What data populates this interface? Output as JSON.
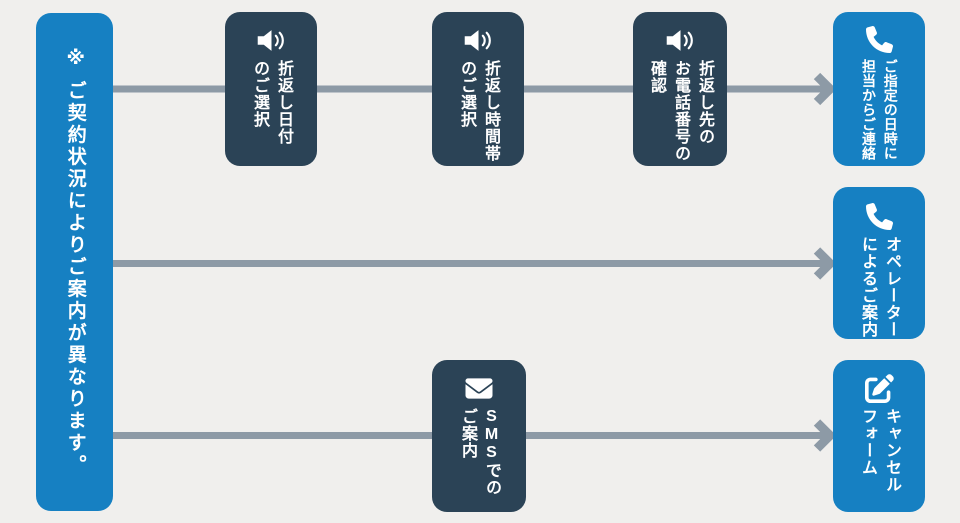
{
  "colors": {
    "accent_blue": "#1680c2",
    "dark_navy": "#2b4356",
    "arrow_gray": "#8d9aa6",
    "background": "#f0efed",
    "text": "#ffffff"
  },
  "note": {
    "text": "※ ご契約状況によりご案内が異なります。"
  },
  "rows": [
    {
      "name": "scheduled-callback-flow",
      "steps": [
        {
          "icon": "speaker-icon",
          "label": "折返し日付\nのご選択"
        },
        {
          "icon": "speaker-icon",
          "label": "折返し時間帯\nのご選択"
        },
        {
          "icon": "speaker-icon",
          "label": "折返し先の\nお電話番号の\n確認"
        }
      ],
      "result": {
        "icon": "phone-icon",
        "label": "ご指定の日時に\n担当からご連絡"
      }
    },
    {
      "name": "operator-flow",
      "steps": [],
      "result": {
        "icon": "phone-icon",
        "label": "オペレーター\nによるご案内"
      }
    },
    {
      "name": "sms-flow",
      "steps": [
        {
          "icon": "envelope-icon",
          "label": "SMSでの\nご案内"
        }
      ],
      "result": {
        "icon": "edit-icon",
        "label": "キャンセル\nフォーム"
      }
    }
  ]
}
